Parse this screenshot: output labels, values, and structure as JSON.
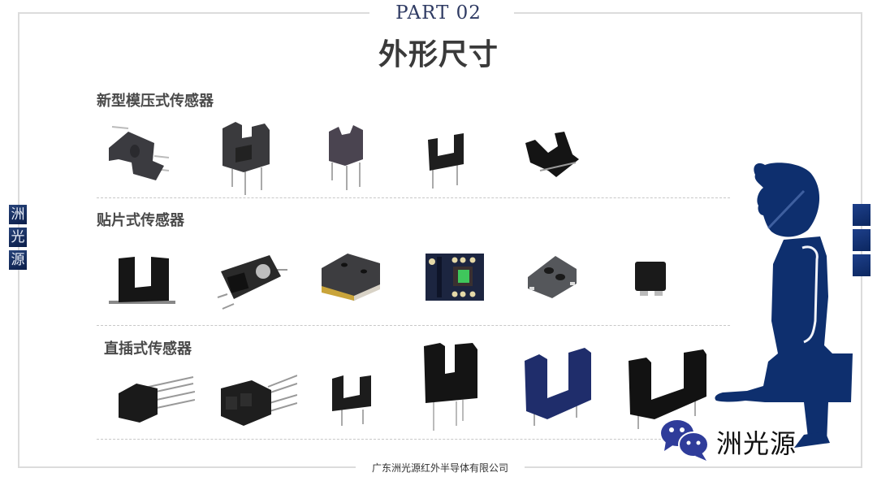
{
  "header": {
    "part_label": "PART 02",
    "title": "外形尺寸"
  },
  "side_brand": {
    "chars": [
      "洲",
      "光",
      "源"
    ]
  },
  "sections": [
    {
      "title": "新型模压式传感器",
      "products": [
        {
          "name": "molded-sensor-1",
          "color": "#3b3b40"
        },
        {
          "name": "molded-sensor-2",
          "color": "#3a3a3d"
        },
        {
          "name": "molded-sensor-3",
          "color": "#4a4450"
        },
        {
          "name": "molded-sensor-4",
          "color": "#1e1e1e"
        },
        {
          "name": "molded-sensor-5",
          "color": "#141414"
        }
      ]
    },
    {
      "title": "贴片式传感器",
      "products": [
        {
          "name": "smd-sensor-1",
          "color": "#161616"
        },
        {
          "name": "smd-sensor-2",
          "color": "#2a2a2a"
        },
        {
          "name": "smd-sensor-3",
          "color": "#3d3d40"
        },
        {
          "name": "smd-sensor-4",
          "color": "#1c2540"
        },
        {
          "name": "smd-sensor-5",
          "color": "#55575b"
        },
        {
          "name": "smd-sensor-6",
          "color": "#1a1a1a"
        }
      ]
    },
    {
      "title": "直插式传感器",
      "products": [
        {
          "name": "dip-sensor-1",
          "color": "#1a1a1a"
        },
        {
          "name": "dip-sensor-2",
          "color": "#1e1e1e"
        },
        {
          "name": "dip-sensor-3",
          "color": "#1c1c1c"
        },
        {
          "name": "dip-sensor-4",
          "color": "#141414"
        },
        {
          "name": "dip-sensor-5",
          "color": "#1f2d6b"
        },
        {
          "name": "dip-sensor-6",
          "color": "#121212"
        }
      ]
    }
  ],
  "footer": {
    "company": "广东洲光源红外半导体有限公司"
  },
  "brand": {
    "name": "洲光源",
    "icon": "wechat-icon"
  },
  "colors": {
    "navy": "#0e2f6e",
    "wechat_blue": "#2f3c9a",
    "title_gray": "#3a3a3a",
    "frame_gray": "#dcdcdc"
  }
}
